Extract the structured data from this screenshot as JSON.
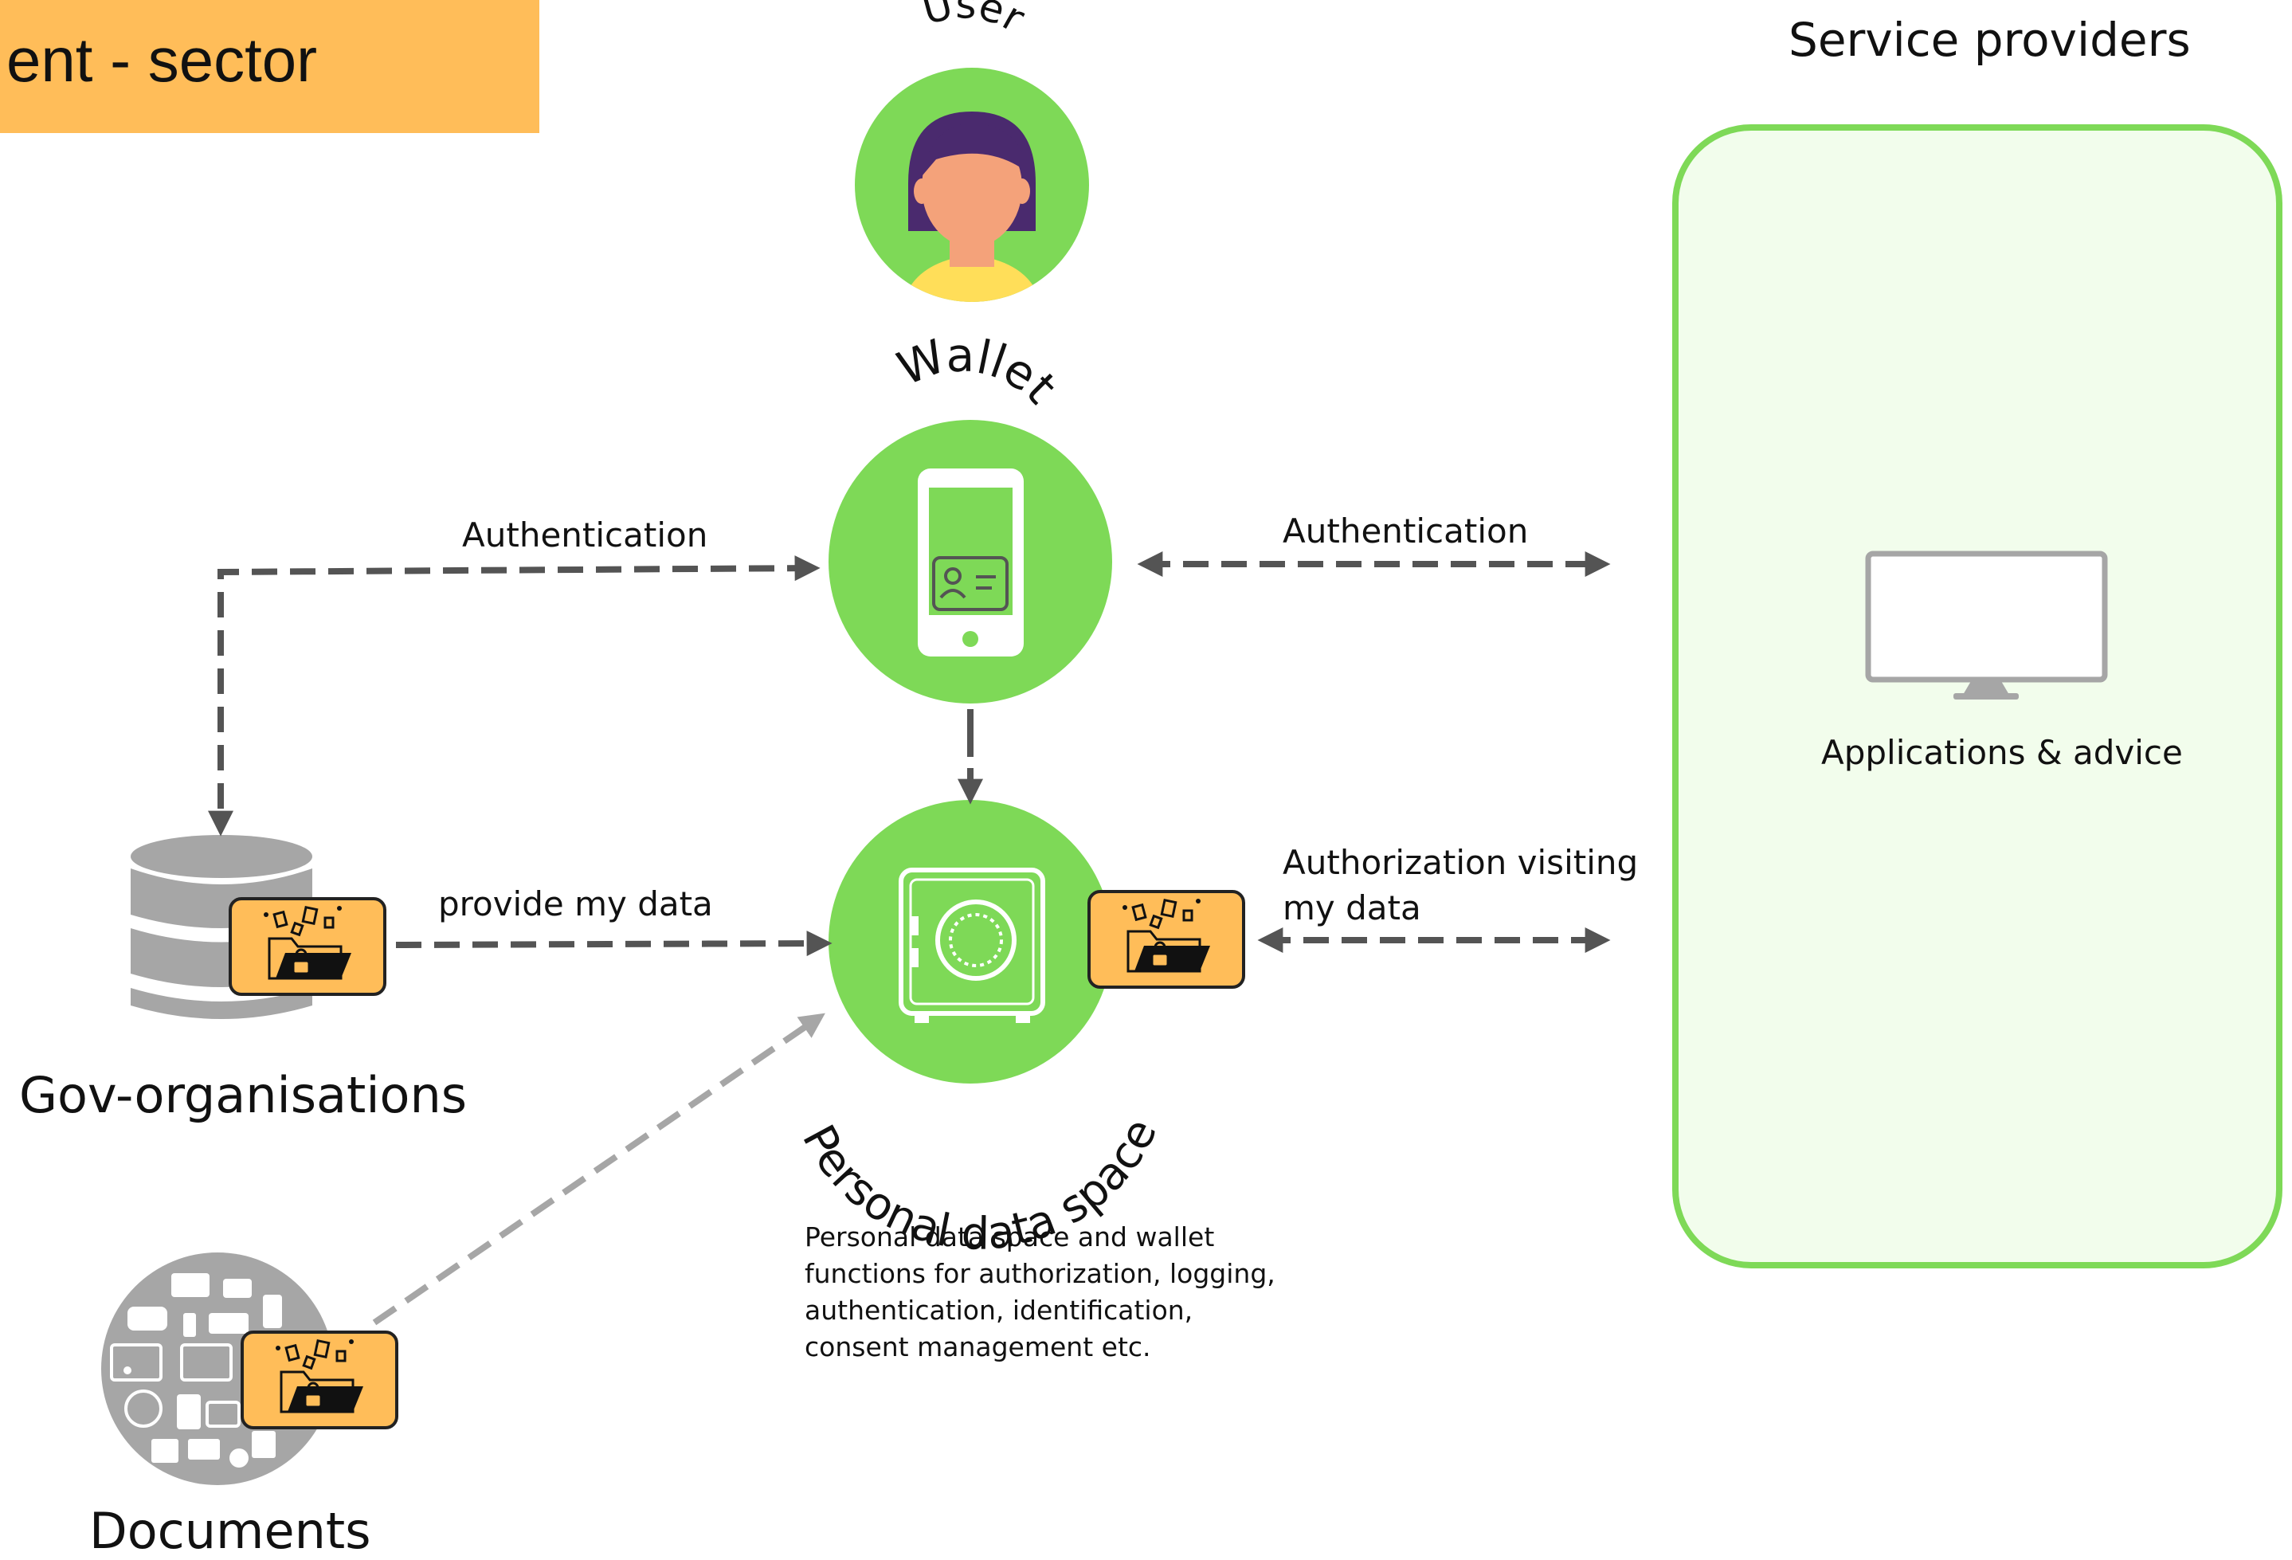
{
  "title": "ent - sector",
  "nodes": {
    "user": {
      "label": "User"
    },
    "wallet": {
      "label": "Wallet"
    },
    "personal_data_space": {
      "label": "Personal data space"
    },
    "gov_organisations": {
      "label": "Gov-organisations"
    },
    "documents": {
      "label": "Documents"
    },
    "service_providers": {
      "label": "Service providers"
    },
    "applications": {
      "label": "Applications  & advice"
    }
  },
  "edges": {
    "gov_wallet": {
      "label": "Authentication"
    },
    "wallet_providers": {
      "label": "Authentication"
    },
    "gov_pds": {
      "label": "provide my data"
    },
    "pds_providers": {
      "label": "Authorization visiting my data",
      "line1": "Authorization visiting",
      "line2": "my data"
    }
  },
  "description": "Personal data space and wallet functions for authorization, logging, authentication, identification, consent management etc.",
  "colors": {
    "green": "#7ed957",
    "light_green": "#f2fdec",
    "box_border": "#7ed957",
    "orange": "#ffbd59",
    "arrow": "#545454",
    "arrow_light": "#a6a6a6",
    "gray": "#a6a6a6",
    "skin": "#f4a27a",
    "hair": "#4a2a6e",
    "shirt": "#ffde59"
  },
  "icons": {
    "user": "person-avatar-icon",
    "wallet": "phone-id-card-icon",
    "pds": "safe-icon",
    "gov": "database-icon",
    "documents": "devices-collage-icon",
    "folder": "data-folder-icon",
    "monitor": "monitor-icon"
  }
}
